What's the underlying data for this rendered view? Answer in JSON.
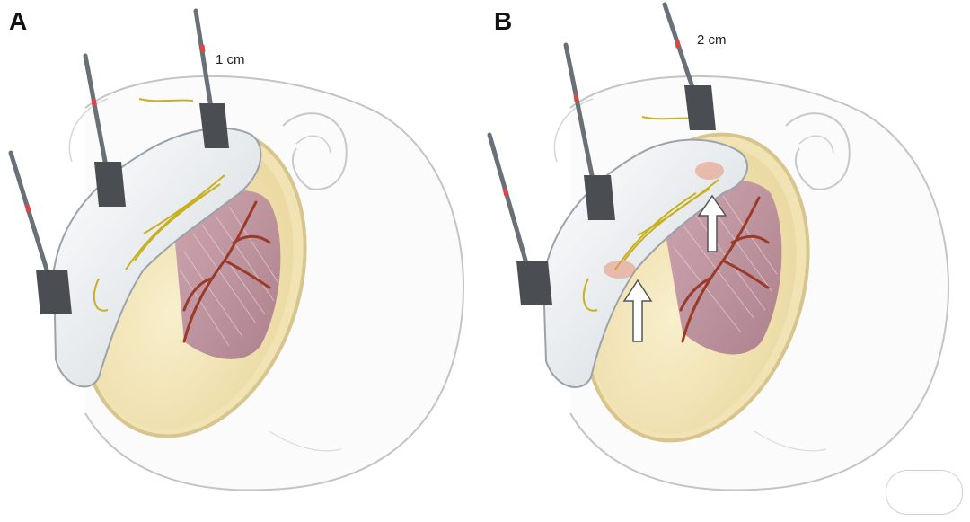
{
  "panels": [
    {
      "letter": "A",
      "measurement": "1 cm"
    },
    {
      "letter": "B",
      "measurement": "2 cm"
    }
  ],
  "colors": {
    "skin_outline": "#bdbdbd",
    "dura_yellow": "#f4e8bf",
    "muscle": "#b98a99",
    "vessel": "#9a3b2a",
    "nerve": "#c9b020",
    "flap": "#eceff2",
    "instrument_dark": "#4a4d52"
  }
}
